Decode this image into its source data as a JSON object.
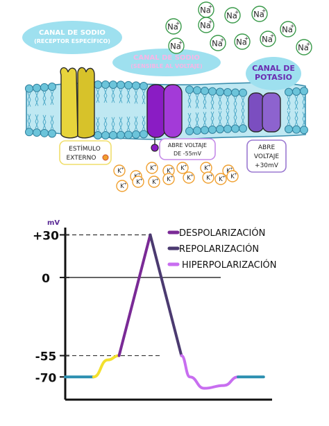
{
  "membrane": {
    "labels": {
      "sodium_receptor": [
        "CANAL DE SODIO",
        "(RECEPTOR ESPECÍFICO)"
      ],
      "sodium_voltage": [
        "CANAL DE SODIO",
        "(SENSIBLE AL VOLTAJE)"
      ],
      "potassium": [
        "CANAL DE",
        "POTASIO"
      ]
    },
    "notes": {
      "external_stimulus": [
        "ESTÍMULO",
        "EXTERNO"
      ],
      "opens_voltage_sodium": [
        "ABRE VOLTAJE",
        "DE -55mV"
      ],
      "opens_voltage_potassium": [
        "ABRE",
        "VOLTAJE",
        "+30mV"
      ]
    },
    "ions": {
      "sodium": "Na",
      "sodium_charge": "+",
      "potassium": "K",
      "potassium_charge": "+"
    }
  },
  "colors": {
    "receptor_channel": "#e7d43c",
    "sodium_voltage_channel": "#8a1cc4",
    "potassium_channel": "#7b4ec0",
    "membrane": "#6cc4da",
    "sodium_ion": "#3a9a4a",
    "potassium_ion": "#f0a030",
    "label_bubble": "#9ee0ef",
    "depolarization": "#7a2a96",
    "repolarization": "#4b3a70",
    "hyperpolarization": "#c86ef0",
    "resting": "#2b8fb0",
    "stimulus": "#f3e02e"
  },
  "chart_data": {
    "type": "line",
    "ylabel": "mV",
    "yticks": [
      {
        "value": 30,
        "label": "+30"
      },
      {
        "value": 0,
        "label": "0"
      },
      {
        "value": -55,
        "label": "-55"
      },
      {
        "value": -70,
        "label": "-70"
      }
    ],
    "ylim": [
      -85,
      40
    ],
    "legend": [
      {
        "name": "DESPOLARIZACIÓN",
        "color": "#7a2a96"
      },
      {
        "name": "REPOLARIZACIÓN",
        "color": "#4b3a70"
      },
      {
        "name": "HIPERPOLARIZACIÓN",
        "color": "#c86ef0"
      }
    ],
    "series": [
      {
        "role": "resting",
        "color": "#2b8fb0",
        "points": [
          [
            0,
            -70
          ],
          [
            1.0,
            -70
          ]
        ]
      },
      {
        "role": "stimulus",
        "color": "#f3e02e",
        "points": [
          [
            1.0,
            -70
          ],
          [
            1.5,
            -58
          ],
          [
            1.9,
            -55
          ]
        ]
      },
      {
        "role": "depolarization",
        "color": "#7a2a96",
        "points": [
          [
            1.9,
            -55
          ],
          [
            3.0,
            30
          ]
        ]
      },
      {
        "role": "repolarization",
        "color": "#4b3a70",
        "points": [
          [
            3.0,
            30
          ],
          [
            4.1,
            -55
          ]
        ]
      },
      {
        "role": "hyperpolarization",
        "color": "#c86ef0",
        "points": [
          [
            4.1,
            -55
          ],
          [
            4.4,
            -70
          ],
          [
            4.9,
            -78
          ],
          [
            5.6,
            -76
          ],
          [
            6.1,
            -70
          ]
        ]
      },
      {
        "role": "resting",
        "color": "#2b8fb0",
        "points": [
          [
            6.1,
            -70
          ],
          [
            7.0,
            -70
          ]
        ]
      }
    ],
    "xlim": [
      0,
      7.3
    ],
    "grid": false,
    "legend_position": "top-right"
  }
}
